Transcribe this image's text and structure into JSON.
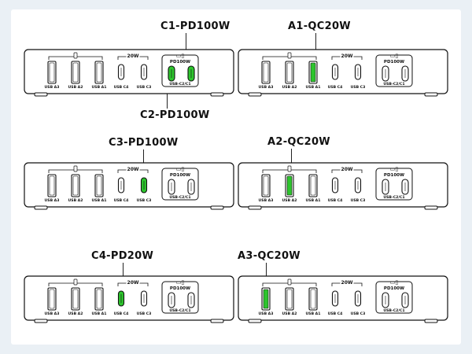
{
  "colors": {
    "active": "#2dc52d",
    "ink": "#111111",
    "background": "#eaf0f5"
  },
  "port_labels": {
    "a3": "USB A3",
    "a2": "USB A2",
    "a1": "USB A1",
    "c4": "USB C4",
    "c3": "USB C3",
    "c21": "USB-C2/C1"
  },
  "group_labels": {
    "mid": "20W",
    "pd": "PD100W"
  },
  "icons": {
    "a_group": "phone-icon",
    "pd_group": "laptop-phone-icon"
  },
  "chargers": [
    {
      "id": "c1",
      "callout": "C1-PD100W",
      "active_port": "c1"
    },
    {
      "id": "a1",
      "callout": "A1-QC20W",
      "active_port": "a1"
    },
    {
      "id": "c2",
      "callout": "C2-PD100W",
      "active_port": "c2"
    },
    {
      "id": "c3",
      "callout": "C3-PD100W",
      "active_port": "c3"
    },
    {
      "id": "a2",
      "callout": "A2-QC20W",
      "active_port": "a2"
    },
    {
      "id": "c4",
      "callout": "C4-PD20W",
      "active_port": "c4"
    },
    {
      "id": "a3",
      "callout": "A3-QC20W",
      "active_port": "a3"
    }
  ]
}
